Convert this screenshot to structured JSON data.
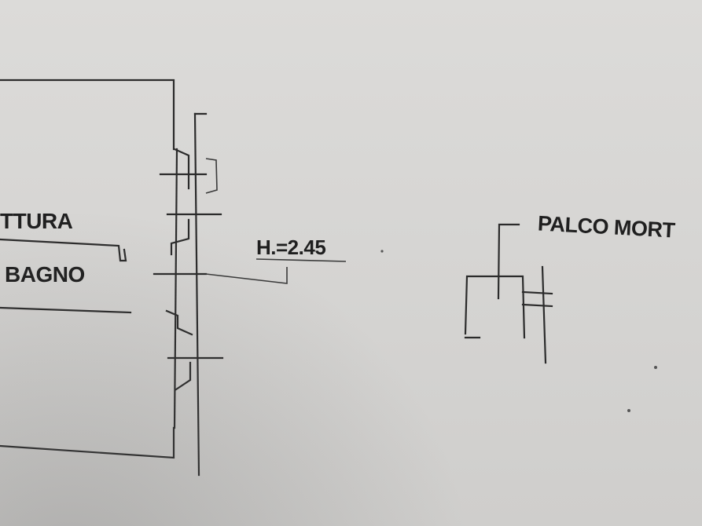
{
  "drawing": {
    "room_label_top": "TTURA",
    "room_label_bath": "BAGNO",
    "height_label": "H.=2.45",
    "palco_label": "PALCO MORT",
    "ink_color": "#2b2b2b",
    "paper_color": "#d7d6d4"
  }
}
